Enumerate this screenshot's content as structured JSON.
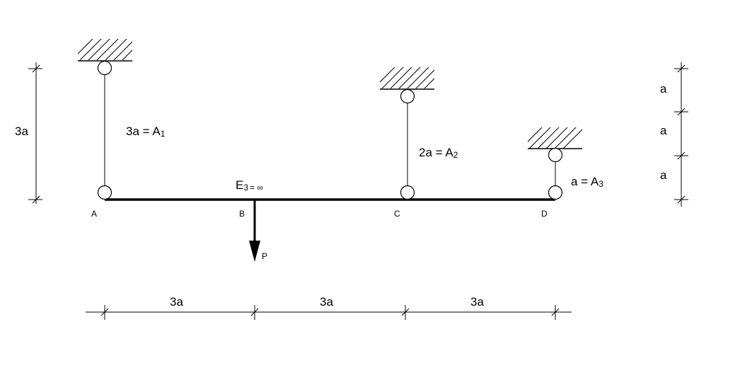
{
  "bar": {
    "rigidity_label": "E",
    "rigidity_sub": "3",
    "rigidity_value": "= ∞"
  },
  "points": {
    "a": "A",
    "b": "B",
    "c": "C",
    "d": "D"
  },
  "load": {
    "label": "P"
  },
  "rods": {
    "rod1": {
      "length": "3a = A",
      "sub": "1"
    },
    "rod2": {
      "length": "2a = A",
      "sub": "2"
    },
    "rod3": {
      "length": "a = A",
      "sub": "3"
    }
  },
  "dimensions": {
    "left_height": "3a",
    "bottom": [
      "3a",
      "3a",
      "3a"
    ],
    "right": [
      "a",
      "a",
      "a"
    ]
  }
}
